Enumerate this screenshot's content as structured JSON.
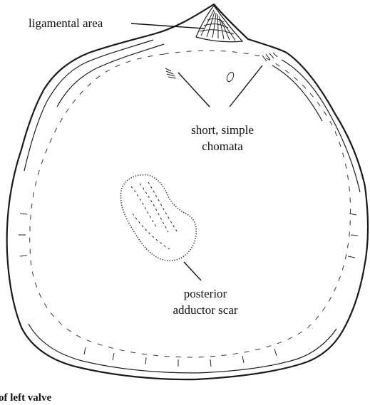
{
  "labels": {
    "ligamental_area": "ligamental area",
    "chomata_line1": "short, simple",
    "chomata_line2": "chomata",
    "scar_line1": "posterior",
    "scar_line2": "adductor scar"
  },
  "caption": "of left valve"
}
